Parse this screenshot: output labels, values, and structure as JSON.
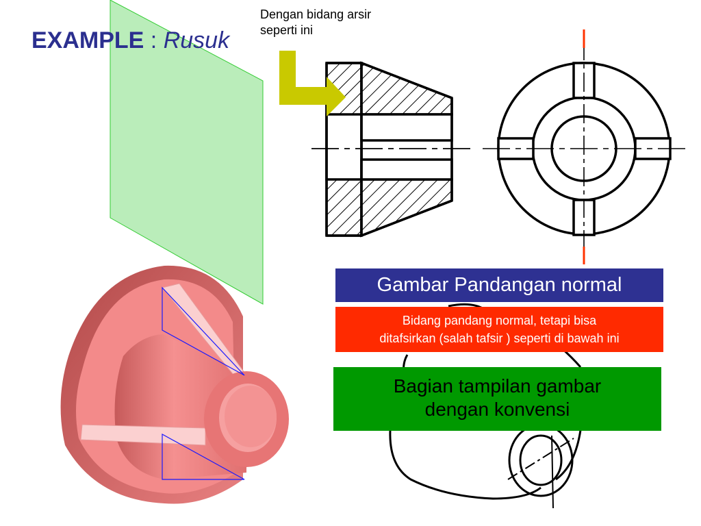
{
  "title": {
    "main": "EXAMPLE",
    "separator": " : ",
    "subtitle": "Rusuk"
  },
  "callout": {
    "line1": "Dengan bidang arsir",
    "line2": "seperti ini"
  },
  "boxes": {
    "normal_view": {
      "text": "Gambar Pandangan normal",
      "color": "#2e3192"
    },
    "misinterpretation": {
      "line1": "Bidang pandang normal, tetapi bisa",
      "line2": "ditafsirkan (salah tafsir ) seperti di bawah ini",
      "color": "#ff2a00"
    },
    "convention": {
      "line1": "Bagian tampilan gambar",
      "line2": "dengan konvensi",
      "color": "#009900"
    }
  },
  "colors": {
    "title": "#2b2f8f",
    "cutting_plane": "#b4ecb4",
    "arrow": "#c9c900",
    "part_body": "#f08080",
    "center_line_mark": "#ff3300"
  }
}
